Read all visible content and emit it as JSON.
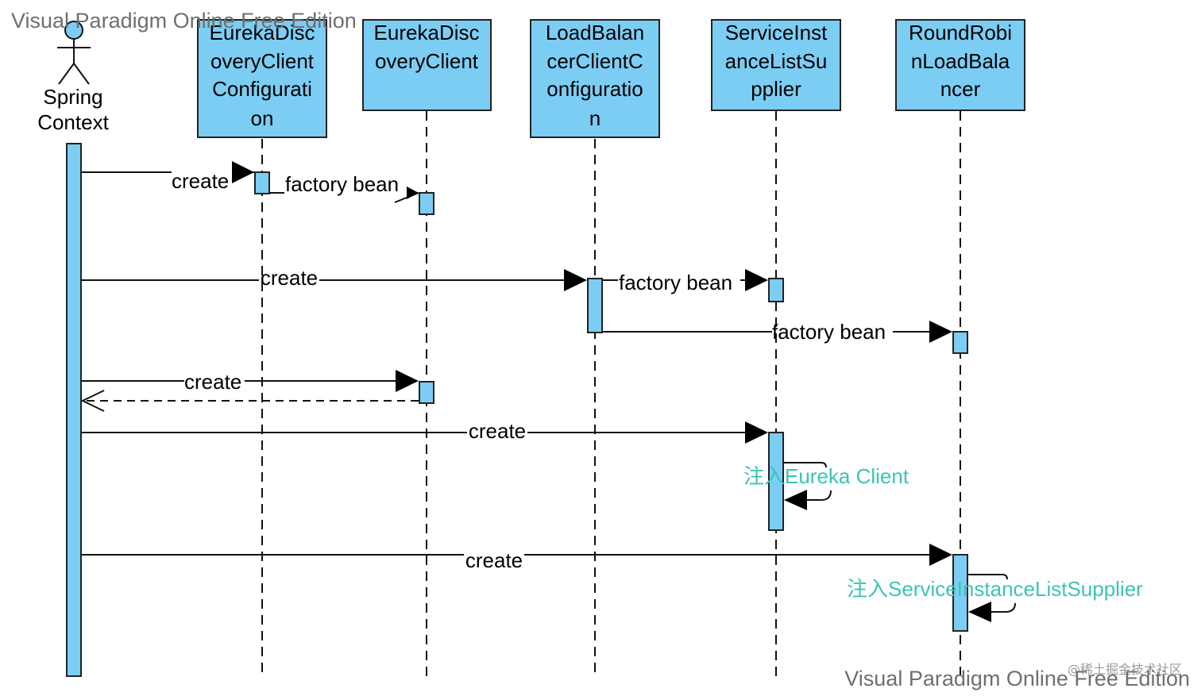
{
  "watermark": {
    "top": "Visual Paradigm Online Free Edition",
    "bottom": "Visual Paradigm Online Free Edition",
    "corner": "@稀土掘金技术社区"
  },
  "actor": {
    "lines": [
      "Spring",
      "Context"
    ]
  },
  "participants": [
    {
      "id": "edcc",
      "lines": [
        "EurekaDisc",
        "overyClient",
        "Configurati",
        "on"
      ]
    },
    {
      "id": "edc",
      "lines": [
        "EurekaDisc",
        "overyClient"
      ]
    },
    {
      "id": "lbcc",
      "lines": [
        "LoadBalan",
        "cerClientC",
        "onfiguratio",
        "n"
      ]
    },
    {
      "id": "sils",
      "lines": [
        "ServiceInst",
        "anceListSu",
        "pplier"
      ]
    },
    {
      "id": "rrlb",
      "lines": [
        "RoundRobi",
        "nLoadBala",
        "ncer"
      ]
    }
  ],
  "messages": [
    {
      "label": "create"
    },
    {
      "label": "factory bean"
    },
    {
      "label": "create"
    },
    {
      "label": "factory bean"
    },
    {
      "label": "factory bean"
    },
    {
      "label": "create"
    },
    {
      "label": "create"
    },
    {
      "label": "create"
    }
  ],
  "notes": [
    {
      "label": "注入Eureka Client"
    },
    {
      "label": "注入ServiceInstanceListSupplier"
    }
  ],
  "colors": {
    "participant_fill": "#7ccdf4",
    "note_text": "#3cc4b4"
  }
}
